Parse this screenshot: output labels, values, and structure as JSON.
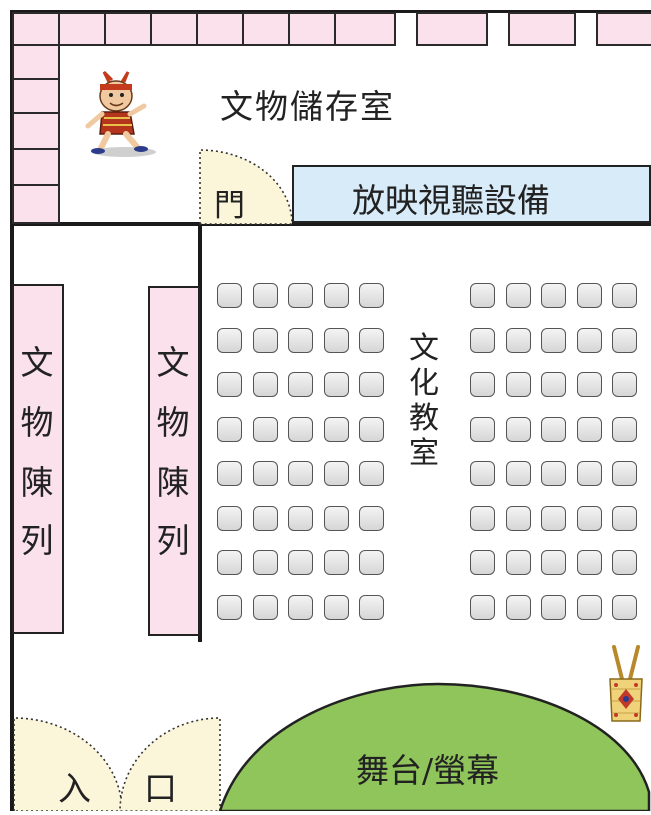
{
  "rooms": {
    "storage": "文物儲存室",
    "door": "門",
    "av_equipment": "放映視聽設備",
    "classroom": [
      "文",
      "化",
      "教",
      "室"
    ],
    "display_left": [
      "文",
      "物",
      "陳",
      "列"
    ],
    "display_right": [
      "文",
      "物",
      "陳",
      "列"
    ],
    "entrance_left": "入",
    "entrance_right": "口",
    "stage": "舞台/螢幕"
  },
  "seating": {
    "rows": 8,
    "left_block_cols": 5,
    "right_block_cols": 5
  },
  "colors": {
    "pink": "#fae1ec",
    "blue": "#d8ebf8",
    "cream": "#fbf6da",
    "stage_green": "#8fc55a",
    "wall": "#1a1a1a"
  },
  "icons": [
    "mascot-figure-icon",
    "ceremonial-basket-icon"
  ]
}
